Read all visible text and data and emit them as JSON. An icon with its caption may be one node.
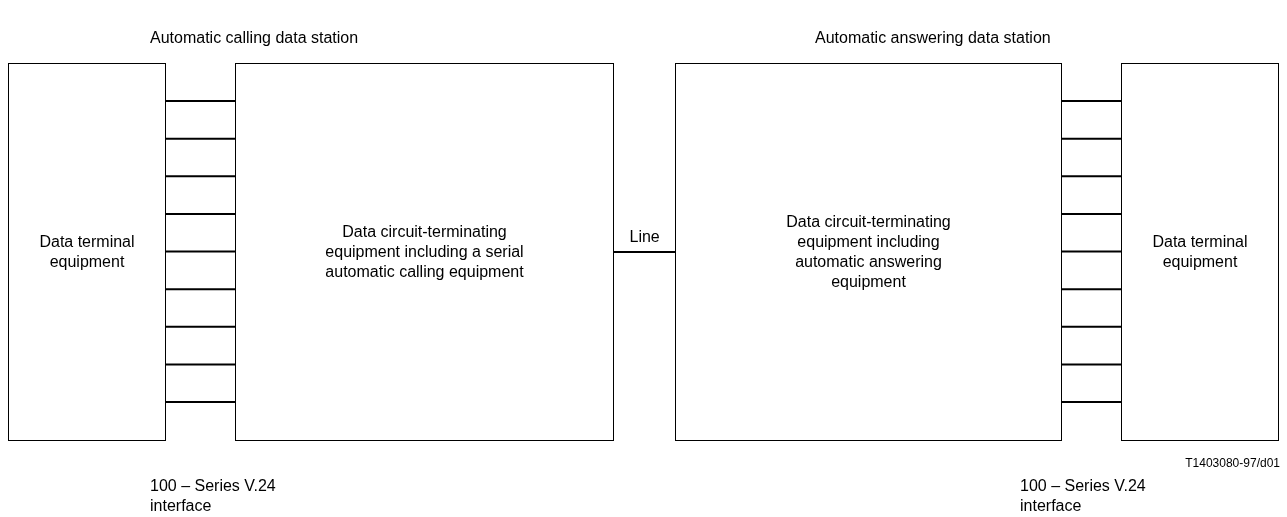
{
  "diagram": {
    "nodes": [
      {
        "text": [
          "Data terminal equipment"
        ]
      },
      {
        "text": [
          "Data circuit-terminating equipment including a serial automatic calling equipment"
        ]
      },
      {
        "text": [
          "Data circuit-terminating equipment including automatic answering equipment"
        ]
      },
      {
        "text": [
          "Data terminal equipment"
        ]
      }
    ],
    "edges": [
      {
        "from": 0,
        "to": 1,
        "arrow": "none"
      },
      {
        "from": 0,
        "to": 1,
        "arrow": "none"
      },
      {
        "from": 0,
        "to": 1,
        "arrow": "none"
      },
      {
        "from": 0,
        "to": 1,
        "arrow": "none"
      },
      {
        "from": 0,
        "to": 1,
        "arrow": "none"
      },
      {
        "from": 0,
        "to": 1,
        "arrow": "none"
      },
      {
        "from": 0,
        "to": 1,
        "arrow": "none"
      },
      {
        "from": 0,
        "to": 1,
        "arrow": "none"
      },
      {
        "from": 0,
        "to": 1,
        "arrow": "none"
      },
      {
        "from": 1,
        "to": 2,
        "arrow": "none",
        "label": "Line"
      },
      {
        "from": 2,
        "to": 3,
        "arrow": "none"
      },
      {
        "from": 2,
        "to": 3,
        "arrow": "none"
      },
      {
        "from": 2,
        "to": 3,
        "arrow": "none"
      },
      {
        "from": 2,
        "to": 3,
        "arrow": "none"
      },
      {
        "from": 2,
        "to": 3,
        "arrow": "none"
      },
      {
        "from": 2,
        "to": 3,
        "arrow": "none"
      },
      {
        "from": 2,
        "to": 3,
        "arrow": "none"
      },
      {
        "from": 2,
        "to": 3,
        "arrow": "none"
      },
      {
        "from": 2,
        "to": 3,
        "arrow": "none"
      }
    ],
    "labels": [
      "Automatic calling data station",
      "Automatic answering data station",
      "T1403080-97/d01",
      "100 – Series V.24 interface",
      "100 – Series V.24 interface"
    ]
  }
}
